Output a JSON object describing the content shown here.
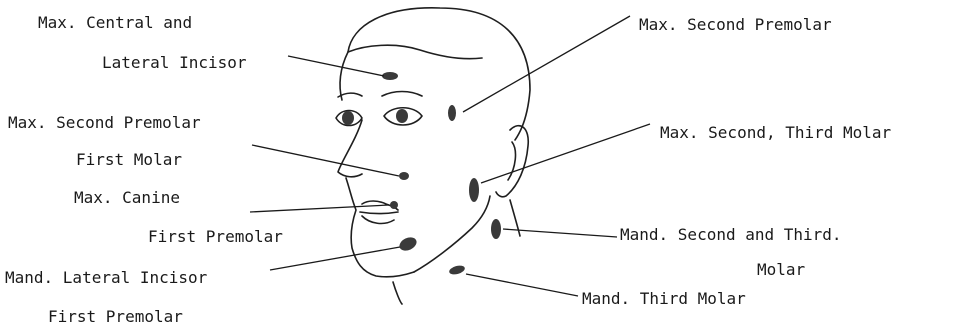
{
  "labels": {
    "max_central_lateral_incisor": [
      "Max. Central and",
      "Lateral Incisor"
    ],
    "max_second_premolar_upper": [
      "Max. Second Premolar"
    ],
    "max_second_premolar_first_molar": [
      "Max. Second Premolar",
      "First Molar"
    ],
    "max_second_third_molar": [
      "Max. Second, Third Molar"
    ],
    "max_canine_first_premolar": [
      "Max.  Canine",
      "First Premolar"
    ],
    "mand_second_third_molar": [
      "Mand. Second and Third.",
      "Molar"
    ],
    "mand_lateral_incisor_first_premolar": [
      "Mand. Lateral Incisor",
      "First Premolar"
    ],
    "mand_third_molar": [
      "Mand. Third Molar"
    ]
  },
  "colors": {
    "ink": "#1a1a1a",
    "background": "#ffffff"
  }
}
